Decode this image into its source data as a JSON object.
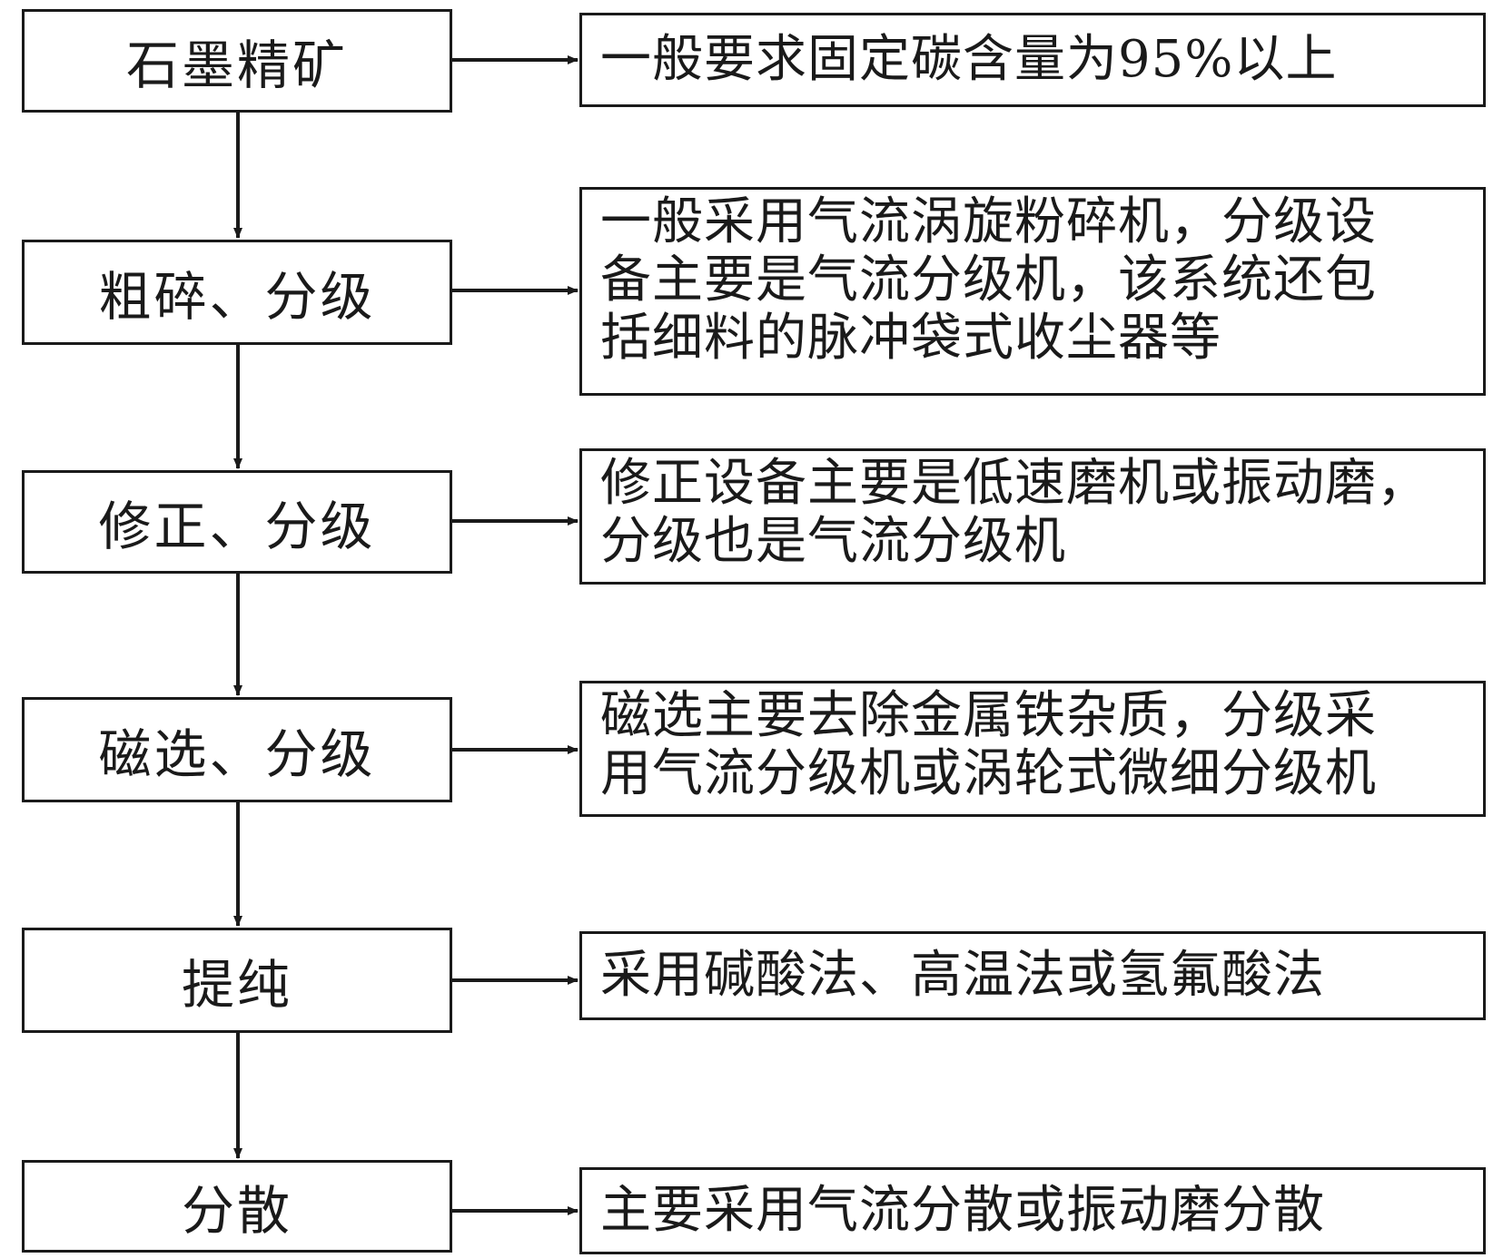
{
  "steps": [
    {
      "label": "石墨精矿",
      "note": "一般要求固定碳含量为95%以上"
    },
    {
      "label": "粗碎、分级",
      "note": "一般采用气流涡旋粉碎机，分级设\n备主要是气流分级机，该系统还包\n括细料的脉冲袋式收尘器等"
    },
    {
      "label": "修正、分级",
      "note": "修正设备主要是低速磨机或振动磨，\n分级也是气流分级机"
    },
    {
      "label": "磁选、分级",
      "note": "磁选主要去除金属铁杂质，分级采\n用气流分级机或涡轮式微细分级机"
    },
    {
      "label": "提纯",
      "note": "采用碱酸法、高温法或氢氟酸法"
    },
    {
      "label": "分散",
      "note": "主要采用气流分散或振动磨分散"
    }
  ]
}
